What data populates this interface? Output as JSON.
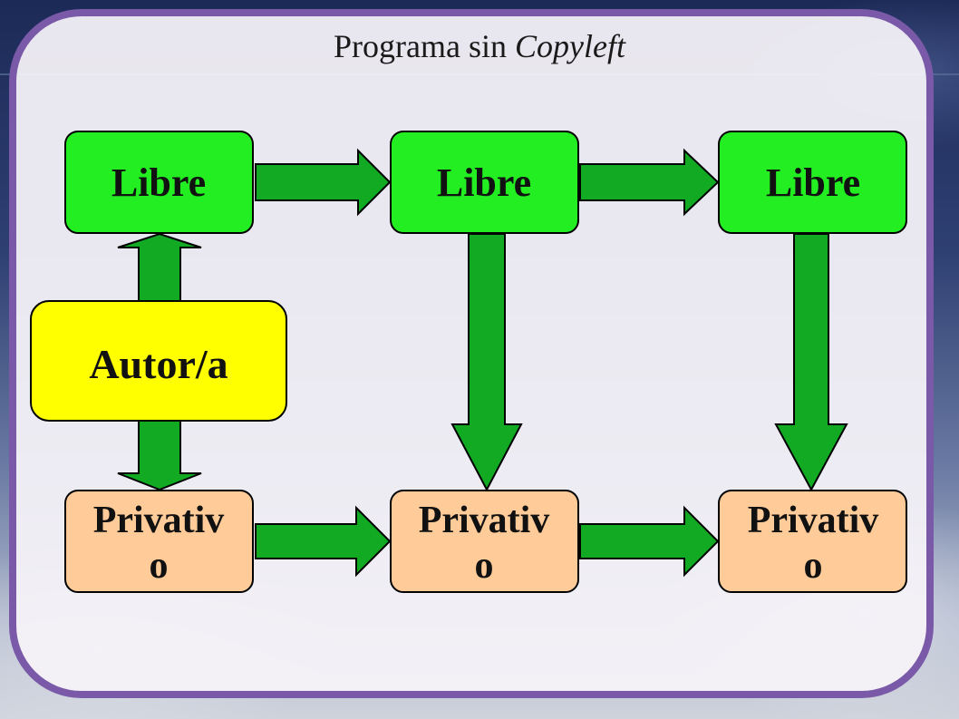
{
  "title": {
    "text": "Programa sin",
    "emphasis": "Copyleft"
  },
  "nodes": {
    "libre_1": "Libre",
    "libre_2": "Libre",
    "libre_3": "Libre",
    "autor": "Autor/a",
    "privativo_1": [
      "Privativ",
      "o"
    ],
    "privativo_2": [
      "Privativ",
      "o"
    ],
    "privativo_3": [
      "Privativ",
      "o"
    ]
  },
  "colors": {
    "libre": "#22ee22",
    "autor": "#ffff00",
    "privativo": "#ffcc99",
    "arrow": "#11aa22",
    "frame": "#7a5aa8"
  }
}
